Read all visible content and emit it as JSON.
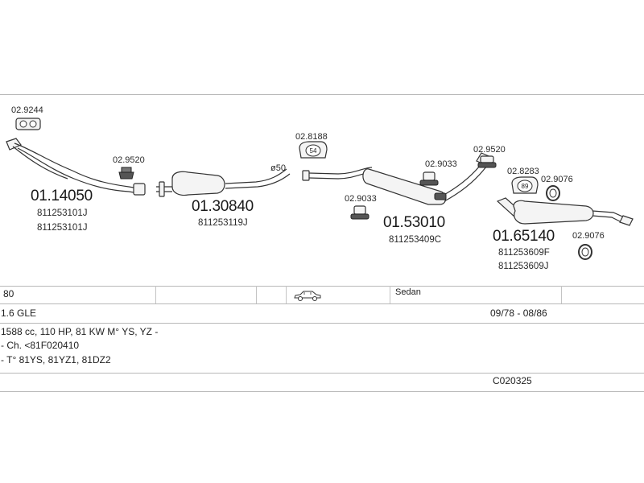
{
  "parts": {
    "gasket_front": "02.9244",
    "pipe_front": {
      "number": "01.14050",
      "oem": [
        "811253101J",
        "811253101J"
      ]
    },
    "clamp_1": "02.9520",
    "middle_silencer": {
      "number": "01.30840",
      "oem": [
        "811253119J"
      ]
    },
    "pipe_dia": "ø50",
    "mount_54": {
      "number": "02.8188",
      "badge": "54"
    },
    "center_silencer": {
      "number": "01.53010",
      "oem": [
        "811253409C"
      ]
    },
    "rubber_1": "02.9033",
    "rubber_2": "02.9033",
    "clamp_2": "02.9520",
    "mount_89": {
      "number": "02.8283",
      "badge": "89"
    },
    "ring_1": "02.9076",
    "rear_silencer": {
      "number": "01.65140",
      "oem": [
        "811253609F",
        "811253609J"
      ]
    },
    "ring_2": "02.9076"
  },
  "vehicle": {
    "model": "80",
    "body": "Sedan",
    "engine": "1.6 GLE",
    "period": "09/78 - 08/86",
    "spec": "1588 cc, 110 HP, 81 KW M° YS, YZ -",
    "chassis": "- Ch. <81F020410",
    "types": "- T° 81YS, 81YZ1, 81DZ2",
    "code": "C020325"
  }
}
